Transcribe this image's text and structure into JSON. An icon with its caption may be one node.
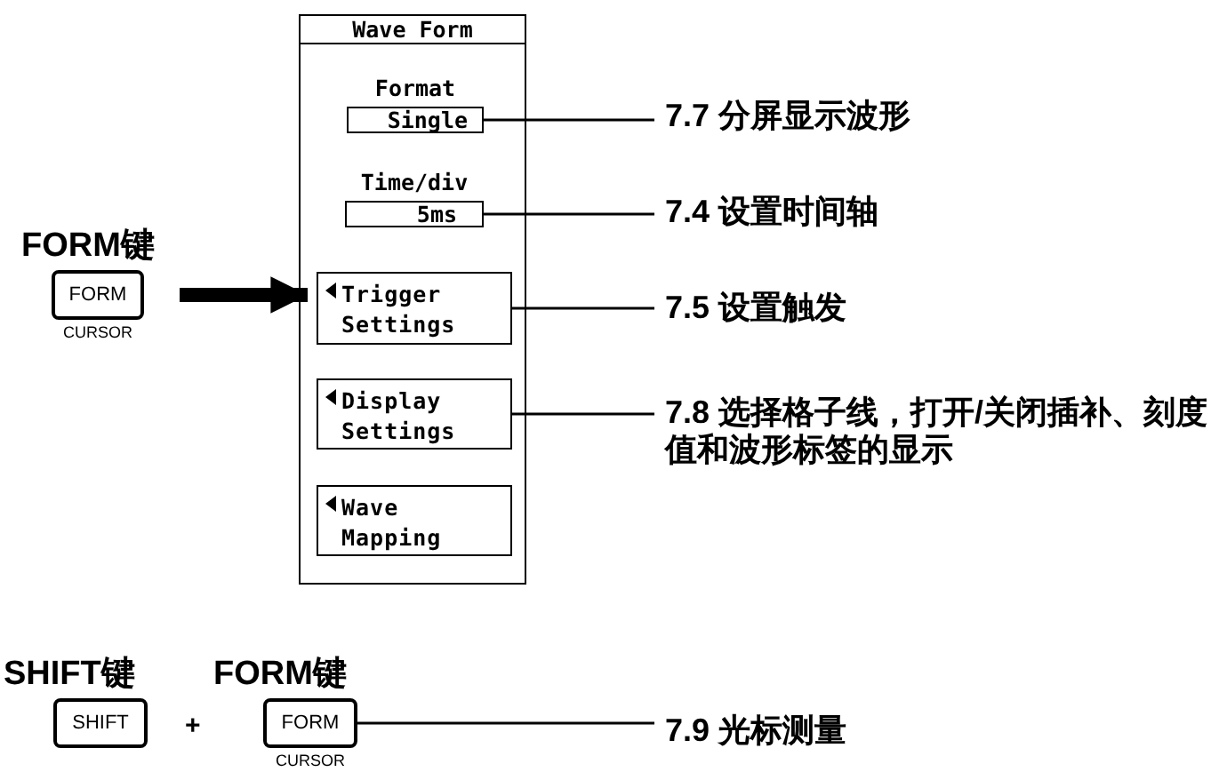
{
  "diagram": {
    "nodes": [
      {
        "text": [
          "FORM键",
          "FORM"
        ],
        "beside": [
          "CURSOR"
        ]
      },
      {
        "text": [
          "Wave Form"
        ]
      },
      {
        "text": [
          "Format",
          "Single"
        ],
        "in": 1
      },
      {
        "text": [
          "Time/div",
          "5ms"
        ],
        "in": 1
      },
      {
        "text": [
          "Trigger Settings"
        ],
        "in": 1
      },
      {
        "text": [
          "Display Settings"
        ],
        "in": 1
      },
      {
        "text": [
          "Wave Mapping"
        ],
        "in": 1
      },
      {
        "text": [
          "7.7 分屏显示波形"
        ]
      },
      {
        "text": [
          "7.4 设置时间轴"
        ]
      },
      {
        "text": [
          "7.5 设置触发"
        ]
      },
      {
        "text": [
          "7.8 选择格子线，打开/关闭插补、刻度值和波形标签的显示"
        ]
      },
      {
        "text": [
          "SHIFT键",
          "SHIFT"
        ]
      },
      {
        "text": [
          "FORM键",
          "FORM"
        ],
        "beside": [
          "CURSOR"
        ]
      },
      {
        "text": [
          "7.9 光标测量"
        ]
      }
    ],
    "edges": [
      {
        "from": 0,
        "to": 1,
        "arrow": "to",
        "style": "thick"
      },
      {
        "from": 2,
        "to": 7,
        "arrow": "none"
      },
      {
        "from": 3,
        "to": 8,
        "arrow": "none"
      },
      {
        "from": 4,
        "to": 9,
        "arrow": "none"
      },
      {
        "from": 5,
        "to": 10,
        "arrow": "none"
      },
      {
        "from": 12,
        "to": 13,
        "arrow": "none"
      }
    ],
    "labels": [
      "+"
    ]
  }
}
